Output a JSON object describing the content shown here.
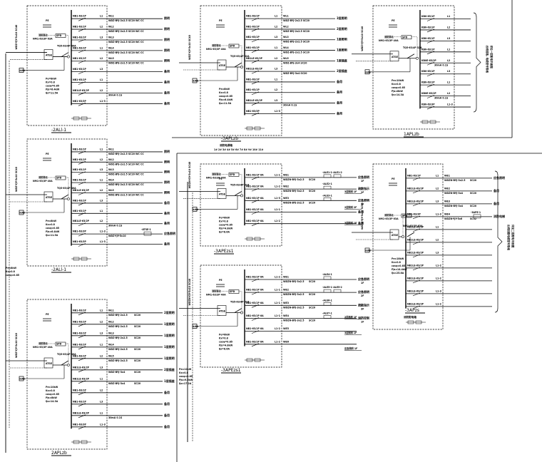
{
  "sheet": {
    "type": "electrical single-line distribution diagram",
    "line_color": "#000000",
    "background": "#ffffff",
    "box_border_color": "#555555"
  },
  "panels": [
    {
      "id": "p1",
      "title": "-2ALl-1",
      "incoming": {
        "main_breaker": "NM1-63/3P 63A",
        "ats": "TQ5-63/4P 40A",
        "spd": "SPD",
        "meter": "kWh"
      },
      "params": [
        "Pe=8kW",
        "Kx=0.8",
        "cosφ=0.85",
        "Pjs=6.4kW",
        "Ijs=11.5A"
      ],
      "feeder_note": "WDZ-YJY-5x10 SC40",
      "circuits": [
        {
          "breaker": "NB1-63/1P",
          "phase": "L1",
          "id": "WL1",
          "cable": "WDZ-BYJ-2x2.5 SC20 WC CC",
          "load": "照明"
        },
        {
          "breaker": "NB1-63/1P",
          "phase": "L2",
          "id": "WL2",
          "cable": "WDZ-BYJ-2x2.5 SC20 WC CC",
          "load": "照明"
        },
        {
          "breaker": "NB1-63/1P",
          "phase": "L3",
          "id": "WL3",
          "cable": "WDZ-BYJ-2x2.5 SC20 WC CC",
          "load": "照明"
        },
        {
          "breaker": "NB1-63/1P",
          "phase": "L1",
          "id": "WL4",
          "cable": "WDZ-BYJ-2x2.5 SC20 WC CC",
          "load": "照明"
        },
        {
          "breaker": "NB1-63/1P",
          "phase": "L2",
          "id": "WL5",
          "cable": "WDZ-BYJ-2x2.5 SC20 WC CC",
          "load": "照明"
        },
        {
          "breaker": "NB1-63/1P",
          "phase": "L3",
          "id": "",
          "cable": "",
          "load": "备用"
        },
        {
          "breaker": "NB1-63/1P",
          "phase": "L1",
          "id": "",
          "cable": "",
          "load": "备用"
        },
        {
          "breaker": "NB1LE-63/2P",
          "phase": "L2",
          "id": "",
          "cable": "30mA 0.1S",
          "load": "备用"
        },
        {
          "breaker": "NB1-63/3P",
          "phase": "L1-3",
          "id": "",
          "cable": "",
          "load": "备用"
        }
      ]
    },
    {
      "id": "p2",
      "title": "-2ALl-1",
      "incoming": {
        "main_breaker": "NM1-63/3P 40A",
        "ats": "TQ5-63/4P 40A",
        "spd": "SPD",
        "meter": "kWh"
      },
      "params": [
        "Pe=8kW",
        "Kx=0.8",
        "cosφ=0.85",
        "Pjs=6.4kW",
        "Ijs=11.5A"
      ],
      "feeder_note": "WDZ-YJY-5x10 SC40",
      "bottom_params": [
        "Pe=8kW",
        "Kx=0.8",
        "cosφ=0.85"
      ],
      "circuits": [
        {
          "breaker": "NB1-63/1P",
          "phase": "L1",
          "id": "WL1",
          "cable": "WDZ-BYJ-2x2.5 SC20 WC CC",
          "load": "照明"
        },
        {
          "breaker": "NB1-63/1P",
          "phase": "L2",
          "id": "WL2",
          "cable": "WDZ-BYJ-2x2.5 SC20 WC CC",
          "load": "照明"
        },
        {
          "breaker": "NB1-63/1P",
          "phase": "L3",
          "id": "WL3",
          "cable": "WDZ-BYJ-2x2.5 SC20 WC CC",
          "load": "照明"
        },
        {
          "breaker": "NB1-63/1P",
          "phase": "L1",
          "id": "WL4",
          "cable": "WDZ-BYJ-2x2.5 SC20 WC CC",
          "load": "照明"
        },
        {
          "breaker": "NB1LE-63/2P",
          "phase": "L2",
          "id": "WL5",
          "cable": "WDZ-BYJ-2x2.5 SC20 WC CC",
          "load": "照明"
        },
        {
          "breaker": "NB1-63/1P",
          "phase": "L3",
          "id": "",
          "cable": "",
          "load": "备用"
        },
        {
          "breaker": "NB1-63/1P",
          "phase": "L1",
          "id": "",
          "cable": "",
          "load": "备用"
        },
        {
          "breaker": "NB1LE-63/2P",
          "phase": "L2",
          "id": "",
          "cable": "30mA 0.1S",
          "load": "备用"
        },
        {
          "breaker": "NB1-63/3P",
          "phase": "L1-3",
          "id": "",
          "cable": "WDZ-YJY-5x10",
          "load": "应急照明",
          "device": "-ATSE-1"
        },
        {
          "breaker": "NB1-63/3P",
          "phase": "L1-3",
          "id": "",
          "cable": "",
          "load": "备用"
        }
      ]
    },
    {
      "id": "p3",
      "title": "2APLzb",
      "incoming": {
        "main_breaker": "NM1-63/3P 40A",
        "ats": "TQ5-63/4P 40A",
        "spd": "SPD",
        "meter": "kWh"
      },
      "params": [
        "Pe=10kW",
        "Kx=0.8",
        "cosφ=0.85",
        "Pjs=8kW",
        "Ijs=14.3A"
      ],
      "feeder_note": "WDZ-YJY-5x10 SC40",
      "circuits": [
        {
          "breaker": "NB1-63/1P",
          "phase": "L1",
          "id": "WL1",
          "cable": "WDZ-BYJ-2x2.5",
          "spec": "SC20",
          "load": "2层照明"
        },
        {
          "breaker": "NB1-63/1P",
          "phase": "L2",
          "id": "WL2",
          "cable": "WDZ-BYJ-2x2.5",
          "spec": "SC20",
          "load": "1层照明"
        },
        {
          "breaker": "NB1-63/1P",
          "phase": "L3",
          "id": "WL3",
          "cable": "WDZ-BYJ-2x2.5",
          "spec": "SC20",
          "load": "1层照明"
        },
        {
          "breaker": "NB1-63/1P",
          "phase": "L1",
          "id": "WL4",
          "cable": "WDZ-BYJ-2x2.5",
          "spec": "SC20",
          "load": "1层照明"
        },
        {
          "breaker": "NB1-63/1P",
          "phase": "L2",
          "id": "WL5",
          "cable": "WDZ-BYJ-2x2.5",
          "spec": "SC20",
          "load": "1层照明"
        },
        {
          "breaker": "NB1LE-63/2P",
          "phase": "L3",
          "id": "",
          "cable": "WDZ-BYJ-3x4",
          "spec": "SC20",
          "load": "2层插座"
        },
        {
          "breaker": "NB1LE-63/2P",
          "phase": "L1",
          "id": "",
          "cable": "WDZ-BYJ-3x4",
          "spec": "SC20",
          "load": "1层插座"
        },
        {
          "breaker": "NB1-63/1P",
          "phase": "L2",
          "id": "",
          "cable": "",
          "spec": "",
          "load": "备用"
        },
        {
          "breaker": "NB1-63/1P",
          "phase": "L3",
          "id": "",
          "cable": "",
          "spec": "",
          "load": "备用"
        },
        {
          "breaker": "NB1LE-63/2P",
          "phase": "L1",
          "id": "",
          "cable": "30mA 0.1S",
          "spec": "",
          "load": "备用"
        },
        {
          "breaker": "NB1-63/3P",
          "phase": "L1-3",
          "id": "",
          "cable": "",
          "spec": "",
          "load": "备用"
        }
      ]
    },
    {
      "id": "p4",
      "title": "-3APLzb",
      "subtitle": "消防电源箱",
      "incoming": {
        "main_breaker": "NM1-63/3P 40A",
        "ats": "TQ5-63/4P 32A",
        "spd": "SPD",
        "meter": "kWh"
      },
      "params": [
        "Pe=8kW",
        "Kx=0.8",
        "cosφ=0.85",
        "Pjs=6.4kW",
        "Ijs=11.5A"
      ],
      "feeder_note": "WDZ-YJY-5x10 SC40",
      "circuits": [
        {
          "breaker": "NB1-63/1P",
          "phase": "L1",
          "id": "WL1",
          "cable": "WDZ-BYJ-2x2.5 SC20",
          "load": "3层照明"
        },
        {
          "breaker": "NB1-63/1P",
          "phase": "L2",
          "id": "WL2",
          "cable": "WDZ-BYJ-2x2.5 SC20",
          "load": "2层照明"
        },
        {
          "breaker": "NB1-63/1P",
          "phase": "L3",
          "id": "WL3",
          "cable": "WDZ-BYJ-2x2.5 SC20",
          "load": "1层照明"
        },
        {
          "breaker": "NB1-63/1P",
          "phase": "L1",
          "id": "WL4",
          "cable": "WDZ-BYJ-2x2.5 SC20",
          "load": "1层照明"
        },
        {
          "breaker": "NB1LE-63/2P",
          "phase": "L2",
          "id": "WL5",
          "cable": "WDZ-BYJ-3x4 SC20",
          "load": "1层插座"
        },
        {
          "breaker": "NB1LE-63/2P",
          "phase": "L3",
          "id": "",
          "cable": "WDZ-BYJ-3x4 SC20",
          "load": "2层插座"
        },
        {
          "breaker": "NB1-63/1P",
          "phase": "L1",
          "id": "",
          "cable": "",
          "load": "备用"
        },
        {
          "breaker": "NB1-63/1P",
          "phase": "L2",
          "id": "",
          "cable": "",
          "load": "备用"
        },
        {
          "breaker": "NB1LE-63/2P",
          "phase": "L3",
          "id": "",
          "cable": "30mA 0.1S",
          "load": "备用"
        },
        {
          "breaker": "NB1-63/3P",
          "phase": "L1-3",
          "id": "",
          "cable": "",
          "load": "备用"
        }
      ],
      "caption_note": "1# 2# 3# 4# 5# 6# 7# 8# 9# 10# 11#"
    },
    {
      "id": "p5",
      "title": "1APLzb",
      "incoming": {
        "main_breaker": "NM1-63/3P 40A",
        "ats": "TQ5-63/4P 32A",
        "spd": "SPD",
        "meter": "kWh"
      },
      "params": [
        "Pe=10kW",
        "Kx=0.8",
        "cosφ=0.85",
        "Pjs=8kW",
        "Ijs=14.3A"
      ],
      "feeder_note": "WDZ-YJY-5x10 SC40",
      "circuits": [
        {
          "breaker": "KB0-63/1P",
          "phase": "L1"
        },
        {
          "breaker": "KB0-63/1P",
          "phase": "L2"
        },
        {
          "breaker": "KB0-63/1P",
          "phase": "L3"
        },
        {
          "breaker": "KB0-63/1P",
          "phase": "L1"
        },
        {
          "breaker": "KB0E-63/2P",
          "phase": "L2",
          "rcd": "30mA 0.1S"
        },
        {
          "breaker": "KB0-63/1P",
          "phase": "L3"
        },
        {
          "breaker": "KB0-63/1P",
          "phase": "L1"
        },
        {
          "breaker": "KB0E-63/2P",
          "phase": "L2",
          "rcd": "30mA 0.1S"
        },
        {
          "breaker": "KB0-63/3P",
          "phase": "L1-3"
        }
      ],
      "bracket_note": [
        "出线回路, 电缆型号规格",
        "详见一层配电平面图"
      ]
    },
    {
      "id": "p6",
      "title": "-3APEzs1",
      "incoming": {
        "main_breaker": "NM1-63/3P 40A",
        "ats": "TQ5-63/4P 32A",
        "spd": "SPD",
        "meter": "kWh"
      },
      "params": [
        "Pe=6kW",
        "Kx=0.8",
        "cosφ=0.85",
        "Pjs=4.8kW",
        "Ijs=8.6A"
      ],
      "feeder_note": "WDZN-YJY-5x10 SC40",
      "circuits": [
        {
          "breaker": "NB1-63/1P 6A",
          "phase": "L1-1",
          "id": "WE1",
          "cable": "WDZN-BYJ-3x2.5",
          "spec": "SC20",
          "devices": [
            "-ALE1-1",
            "-ALE1-2"
          ],
          "load": "应急照明",
          "sub": "1F"
        },
        {
          "breaker": "NB1-63/1P 6A",
          "phase": "L1-2",
          "id": "WE2",
          "cable": "WDZN-BYJ-3x2.5",
          "spec": "SC20",
          "devices": [
            "-ALE2-1"
          ],
          "load": "疏散指示",
          "sub": "2F"
        },
        {
          "breaker": "NB1-63/1P 6A",
          "phase": "L1-3",
          "id": "WE3",
          "cable": "WDZN-BYJ-3x2.5",
          "spec": "SC20",
          "devices": [
            "-ALE3-1"
          ],
          "load": "应急照明",
          "sub": "3F"
        },
        {
          "breaker": "NB1-63/1P 6A",
          "phase": "L1-1",
          "id": "",
          "cable": "",
          "spec": "",
          "devices": [],
          "load": "备用"
        },
        {
          "breaker": "NB1-63/1P 6A",
          "phase": "L1-2",
          "id": "",
          "cable": "",
          "spec": "",
          "devices": [],
          "load": "备用"
        }
      ]
    },
    {
      "id": "p7",
      "title": "-3APEzs1",
      "incoming": {
        "main_breaker": "NM1-63/3P 40A",
        "ats": "TQ5-63/4P 32A",
        "spd": "SPD",
        "meter": "kWh"
      },
      "params": [
        "Pe=6kW",
        "Kx=0.8",
        "cosφ=0.85",
        "Pjs=4.8kW",
        "Ijs=8.6A"
      ],
      "feeder_note": "WDZN-YJY-5x10 SC40",
      "bottom_params": [
        "Pe=12kW",
        "Kx=0.8",
        "cosφ=0.85",
        "Pjs=9.6kW",
        "Ijs=17.2A"
      ],
      "circuits": [
        {
          "breaker": "NB1-63/1P 6A",
          "phase": "L1-2",
          "id": "WE1",
          "cable": "WDZN-BYJ-3x2.5",
          "spec": "SC20",
          "devices": [
            "-ALE4-1"
          ],
          "load": "应急照明",
          "sub": "1F"
        },
        {
          "breaker": "NB1-63/1P 6A",
          "phase": "L1-1",
          "id": "WE2",
          "cable": "WDZN-BYJ-3x2.5",
          "spec": "SC20",
          "devices": [
            "-ALE5-1",
            "-ALE5-2"
          ],
          "load": "应急照明",
          "sub": "2F"
        },
        {
          "breaker": "NB1-63/1P 6A",
          "phase": "L1-1",
          "id": "WE3",
          "cable": "WDZN-BYJ-3x2.5",
          "spec": "SC20",
          "devices": [
            "-ALE6-1"
          ],
          "load": "疏散指示",
          "sub": "3F"
        },
        {
          "breaker": "NB1-63/1P 6A",
          "phase": "L1-1",
          "id": "WE4",
          "cable": "WDZN-BYJ-3x2.5",
          "spec": "SC20",
          "devices": [
            "-ALE7-1"
          ],
          "load": "消防控制",
          "sub": "1F"
        },
        {
          "breaker": "NB1-63/1P 6A",
          "phase": "L1-2",
          "id": "WE5",
          "cable": "",
          "spec": "",
          "devices": [],
          "load": ""
        },
        {
          "breaker": "NB1-63/1P 6A",
          "phase": "L1-2",
          "id": "WE6",
          "cable": "",
          "spec": "",
          "devices": [],
          "load": ""
        }
      ]
    },
    {
      "id": "p8",
      "title": "-3APzs",
      "subtitle": "消防配电箱",
      "incoming": {
        "main_breaker": "NM1-63/3P 63A",
        "spd": "SPD",
        "meter": "kWh"
      },
      "params": [
        "Pe=18kW",
        "Kx=0.8",
        "cosφ=0.85",
        "Pjs=14.4kW",
        "Ijs=25.8A"
      ],
      "feeder_note": "WDZN-YJY-5x16 SC50",
      "left_labels": [
        "3层照明 1F",
        "2层照明 2F",
        "3层照明 1F",
        "2层插座 1F",
        "3层照明 1F",
        "应急照明 1F"
      ],
      "circuits": [
        {
          "breaker": "NB1-63/1P",
          "phase": "L1",
          "id": "WE1",
          "cable": "WDZN-BYJ-3x2.5",
          "spec": "SC20",
          "load": "应急照明"
        },
        {
          "breaker": "NB1LE-63/2P",
          "phase": "L2",
          "id": "WE2",
          "cable": "WDZN-BYJ-3x4",
          "spec": "SC20",
          "load": "备用"
        },
        {
          "breaker": "NB1LE-63/2P",
          "phase": "L3",
          "id": "WE3",
          "cable": "WDZN-BYJ-3x4",
          "spec": "SC20",
          "load": "备用"
        },
        {
          "breaker": "NB1-63/3P",
          "phase": "L1-3",
          "id": "WE4",
          "cable": "WDZN-YJY-5x6",
          "spec": "SC32",
          "device": "-3APE-1",
          "load": "消防电梯"
        },
        {
          "breaker": "NB1LE-63/2P",
          "phase": "L1"
        },
        {
          "breaker": "NB1LE-63/2P",
          "phase": "L2"
        },
        {
          "breaker": "NB1LE-63/2P",
          "phase": "L3"
        },
        {
          "breaker": "NB1LE-63/2P",
          "phase": "L1-2"
        },
        {
          "breaker": "NB1LE-63/2P",
          "phase": "L1-2"
        },
        {
          "breaker": "NB1LE-63/2P",
          "phase": "L1-3"
        },
        {
          "breaker": "NB1LE-63/2P",
          "phase": "L1-2"
        }
      ],
      "bracket_note": [
        "出线回路电缆型号规格",
        "详见二层配电平面图"
      ]
    }
  ],
  "common": {
    "ats_label": "ATSE",
    "spd_label": "SPD",
    "meter_label": "kWh",
    "fire_signal": "消防联动",
    "pe_terminal": "PE"
  }
}
